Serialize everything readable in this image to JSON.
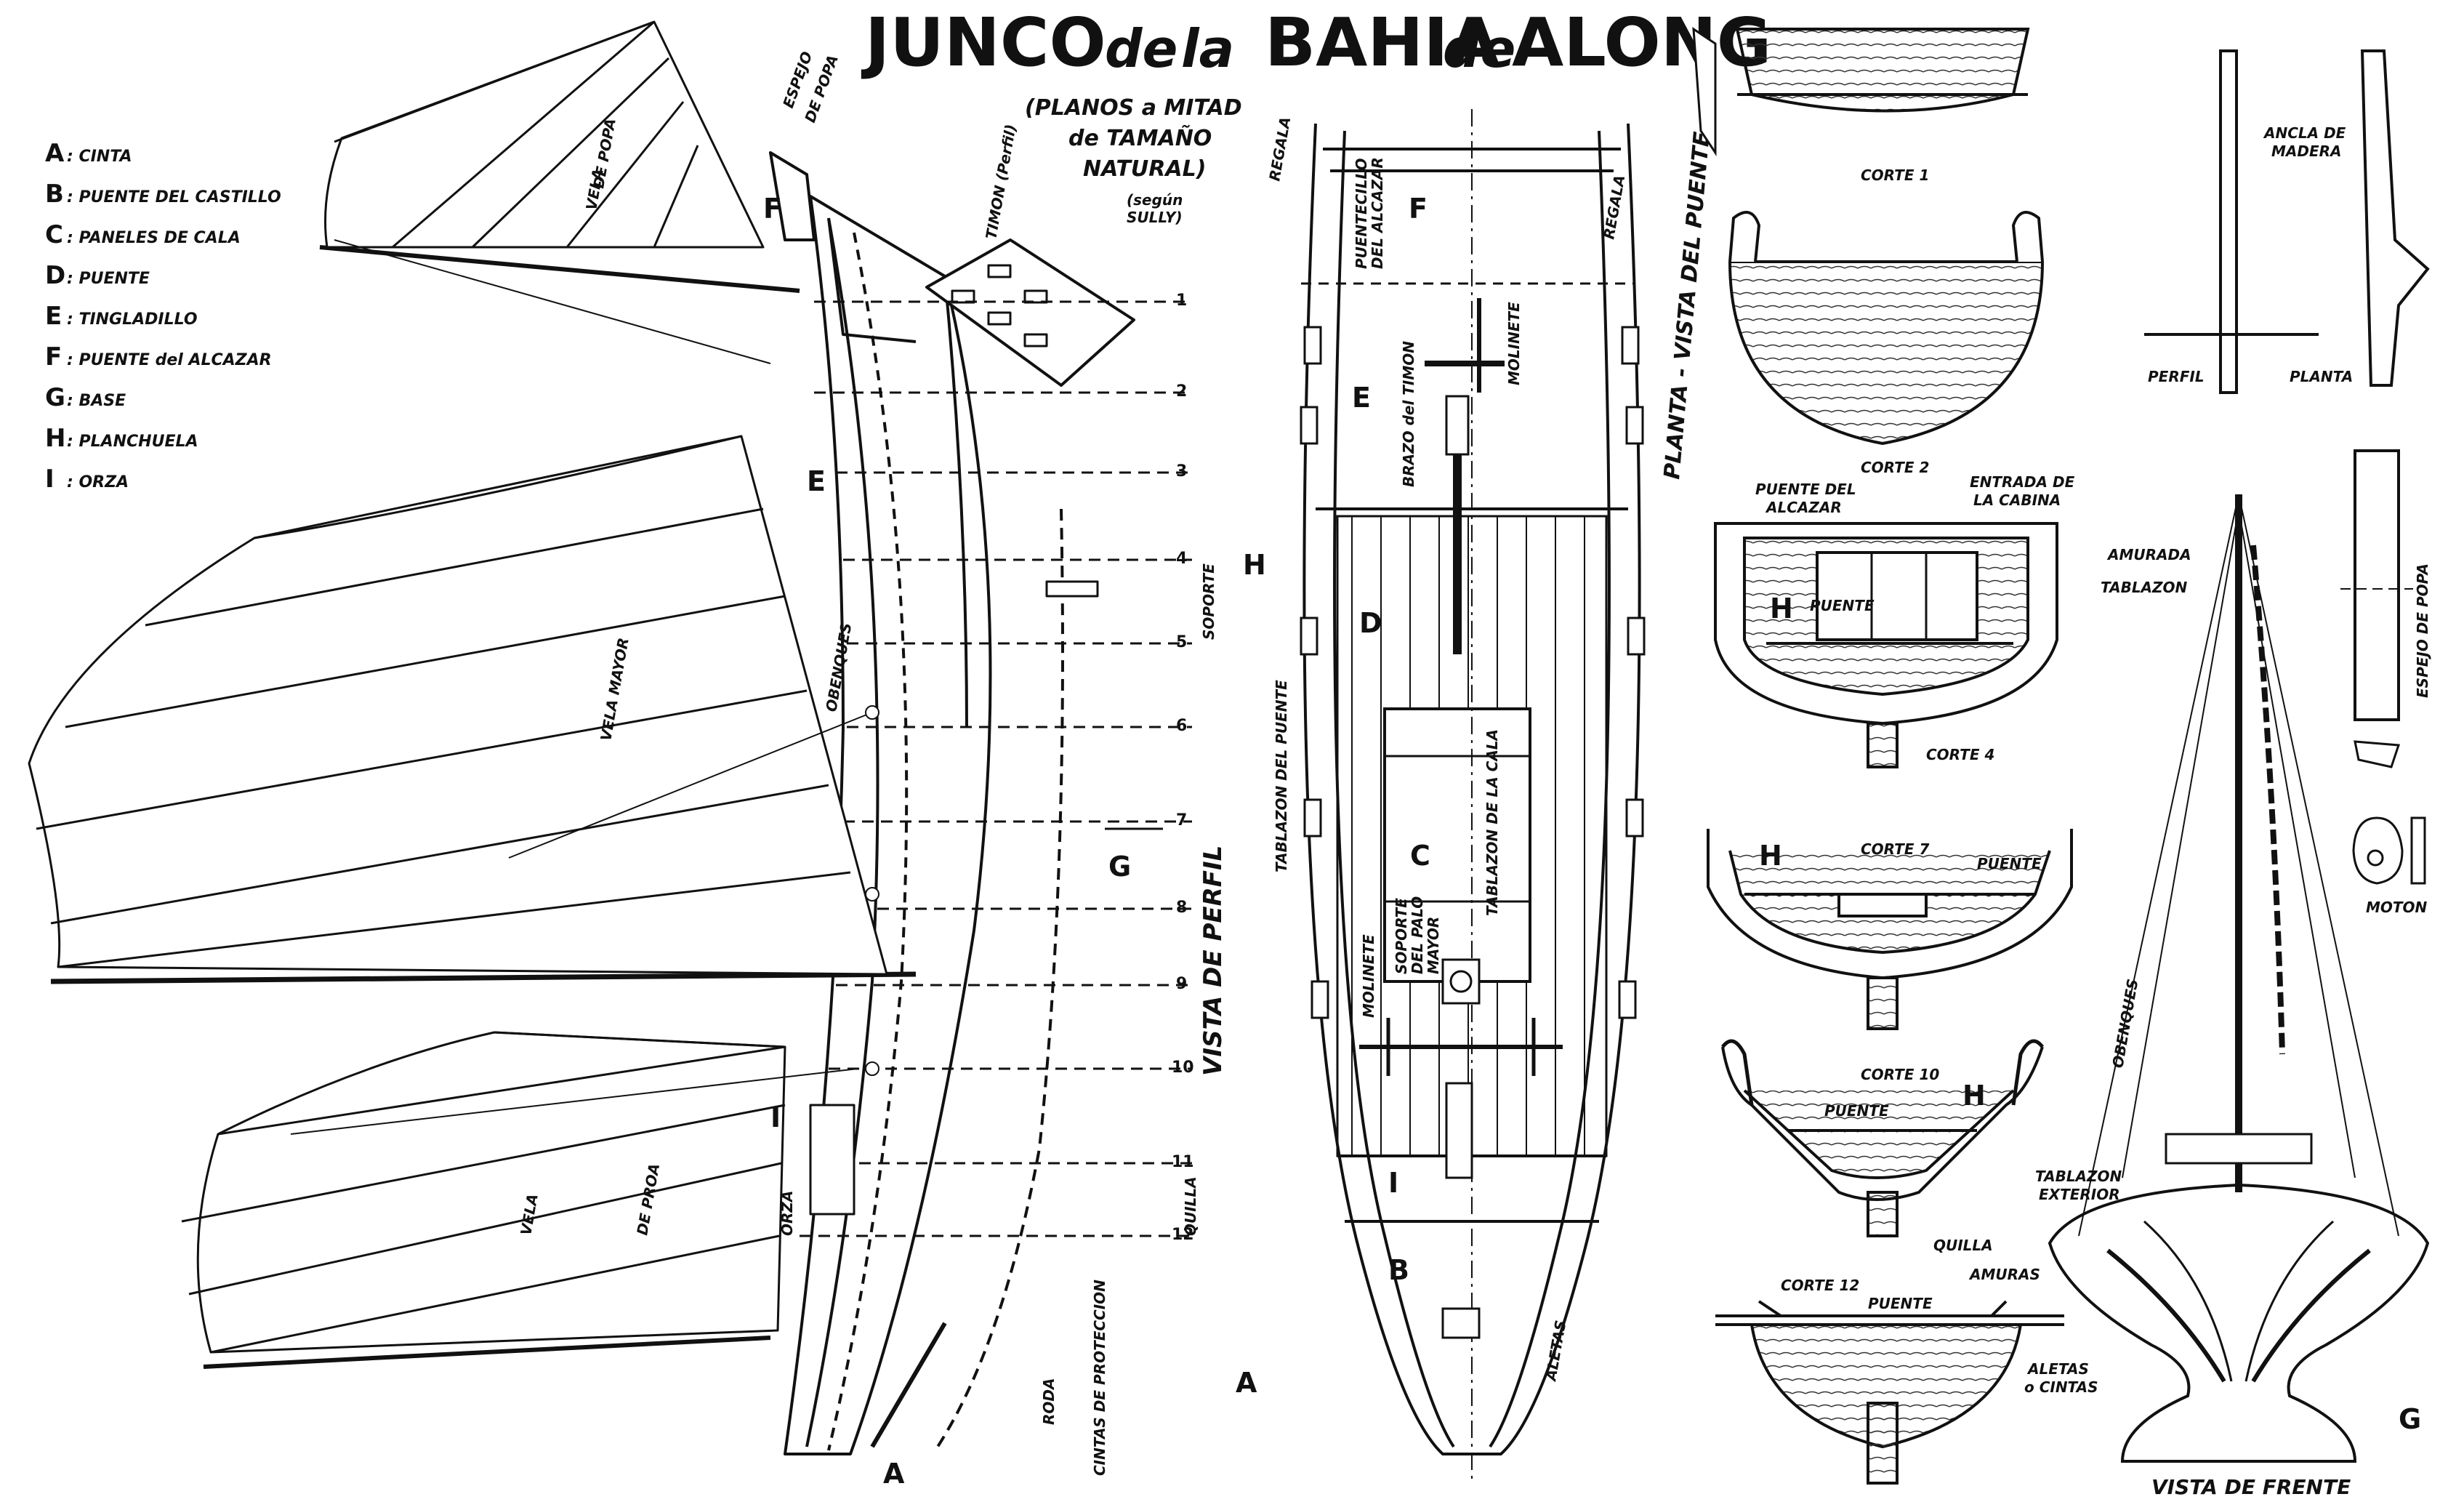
{
  "title": {
    "junco": "JUNCO",
    "de1": "de",
    "la": "la",
    "bahia": "BAHIA",
    "de2": "de",
    "along": "ALONG"
  },
  "subtitle": {
    "line1": "(PLANOS a MITAD",
    "line2": "de TAMAÑO",
    "line3": "NATURAL)",
    "line4": "(según",
    "line5": "SULLY)"
  },
  "legend": [
    {
      "key": "A",
      "text": ": CINTA"
    },
    {
      "key": "B",
      "text": ": PUENTE DEL CASTILLO"
    },
    {
      "key": "C",
      "text": ": PANELES DE CALA"
    },
    {
      "key": "D",
      "text": ": PUENTE"
    },
    {
      "key": "E",
      "text": ": TINGLADILLO"
    },
    {
      "key": "F",
      "text": ": PUENTE del ALCAZAR"
    },
    {
      "key": "G",
      "text": ": BASE"
    },
    {
      "key": "H",
      "text": ": PLANCHUELA"
    },
    {
      "key": "I",
      "text": ": ORZA"
    }
  ],
  "profile": {
    "view_title": "VISTA DE PERFIL",
    "sail_aft_1": "VELA",
    "sail_aft_2": "DE POPA",
    "sail_main": "VELA MAYOR",
    "sail_fore_1": "VELA",
    "sail_fore_2": "DE PROA",
    "obenques": "OBENQUES",
    "espejo_1": "ESPEJO",
    "espejo_2": "DE POPA",
    "timon": "TIMON (Perfil)",
    "soporte": "SOPORTE",
    "quilla": "QUILLA",
    "roda": "RODA",
    "cintas": "CINTAS DE PROTECCION",
    "orza": "ORZA",
    "letters": {
      "A": "A",
      "E": "E",
      "F": "F",
      "G": "G",
      "I": "I"
    },
    "stations": [
      "1",
      "2",
      "3",
      "4",
      "5",
      "6",
      "7",
      "8",
      "9",
      "10",
      "11",
      "12"
    ]
  },
  "plan": {
    "view_title": "PLANTA - VISTA DEL PUENTE",
    "regala_1": "REGALA",
    "regala_2": "REGALA",
    "puentecillo_1": "PUENTECILLO",
    "puentecillo_2": "DEL ALCAZAR",
    "molinete": "MOLINETE",
    "molinete_2": "MOLINETE",
    "brazo": "BRAZO del TIMON",
    "tablazon_puente": "TABLAZON DEL PUENTE",
    "tablazon_cala": "TABLAZON DE LA CALA",
    "soporte_1": "SOPORTE",
    "soporte_2": "DEL PALO",
    "soporte_3": "MAYOR",
    "aletas": "ALETAS",
    "letters": {
      "A": "A",
      "B": "B",
      "C": "C",
      "D": "D",
      "E": "E",
      "F": "F",
      "H": "H",
      "I": "I"
    }
  },
  "sections": {
    "corte1": "CORTE 1",
    "corte2": "CORTE 2",
    "corte4": "CORTE 4",
    "corte7": "CORTE 7",
    "corte10": "CORTE 10",
    "corte12": "CORTE 12",
    "puente_alcazar_1": "PUENTE DEL",
    "puente_alcazar_2": "ALCAZAR",
    "entrada_1": "ENTRADA DE",
    "entrada_2": "LA CABINA",
    "amurada": "AMURADA",
    "tablazon": "TABLAZON",
    "puente": "PUENTE",
    "tablazon_ext_1": "TABLAZON",
    "tablazon_ext_2": "EXTERIOR",
    "quilla": "QUILLA",
    "amuras": "AMURAS",
    "aletas_1": "ALETAS",
    "aletas_2": "o CINTAS",
    "letter_H": "H"
  },
  "details": {
    "ancla_1": "ANCLA DE",
    "ancla_2": "MADERA",
    "perfil": "PERFIL",
    "planta": "PLANTA",
    "espejo": "ESPEJO DE POPA",
    "moton": "MOTON",
    "obenques": "OBENQUES",
    "front_title": "VISTA DE FRENTE",
    "letter_G": "G"
  }
}
